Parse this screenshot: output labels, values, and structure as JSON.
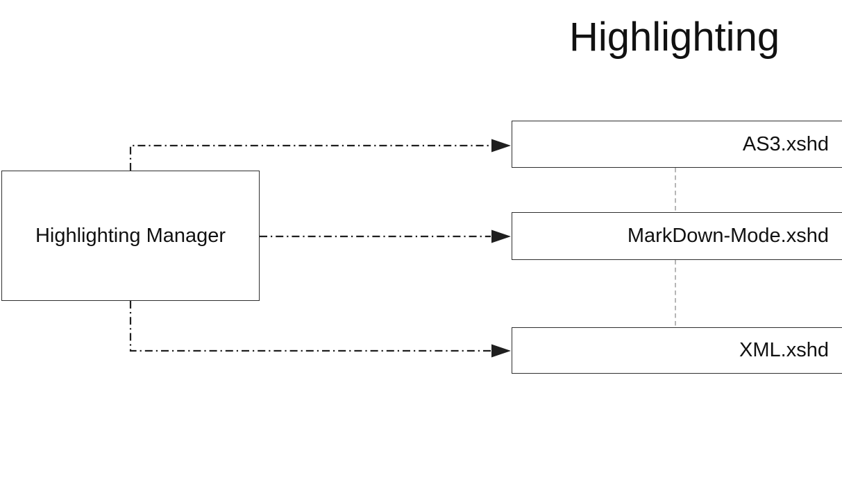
{
  "title": "Highlighting",
  "manager": {
    "label": "Highlighting Manager"
  },
  "files": [
    {
      "label": "AS3.xshd"
    },
    {
      "label": "MarkDown-Mode.xshd"
    },
    {
      "label": "XML.xshd"
    }
  ],
  "connections": [
    {
      "from": "Highlighting Manager",
      "to": "AS3.xshd",
      "style": "dash-dot-arrow"
    },
    {
      "from": "Highlighting Manager",
      "to": "MarkDown-Mode.xshd",
      "style": "dash-dot-arrow"
    },
    {
      "from": "Highlighting Manager",
      "to": "XML.xshd",
      "style": "dash-dot-arrow"
    },
    {
      "from": "AS3.xshd",
      "to": "MarkDown-Mode.xshd",
      "style": "gray-dashed"
    },
    {
      "from": "MarkDown-Mode.xshd",
      "to": "XML.xshd",
      "style": "gray-dashed"
    }
  ],
  "colors": {
    "background": "#ffffff",
    "text": "#111111",
    "line": "#1f1f1f",
    "box-border": "#2e2e2e",
    "connector": "#979797"
  }
}
